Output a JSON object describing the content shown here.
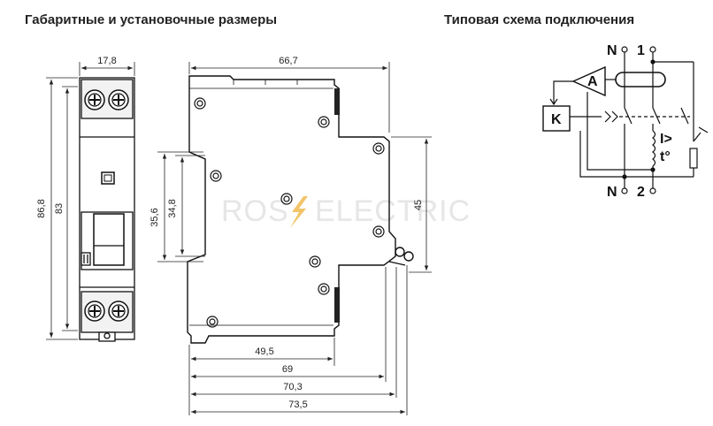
{
  "titles": {
    "dimensions": "Габаритные и установочные размеры",
    "wiring": "Типовая схема подключения"
  },
  "watermark": {
    "part1": "ROS",
    "part2": "ELECTRIC",
    "bolt_color": "#f2c46a"
  },
  "front_view": {
    "width": "17,8",
    "total_height": "86,8",
    "inner_height": "83"
  },
  "side_view": {
    "top_width": "66,7",
    "rail_height": "35,6",
    "rail_inner": "34,8",
    "right_height": "45",
    "depth_1": "49,5",
    "depth_2": "69",
    "depth_3": "70,3",
    "depth_4": "73,5"
  },
  "schematic": {
    "terminal_n_top": "N",
    "terminal_1": "1",
    "terminal_n_bottom": "N",
    "terminal_2": "2",
    "block_a": "A",
    "block_k": "K",
    "overcurrent": "I>",
    "thermal": "t°"
  }
}
